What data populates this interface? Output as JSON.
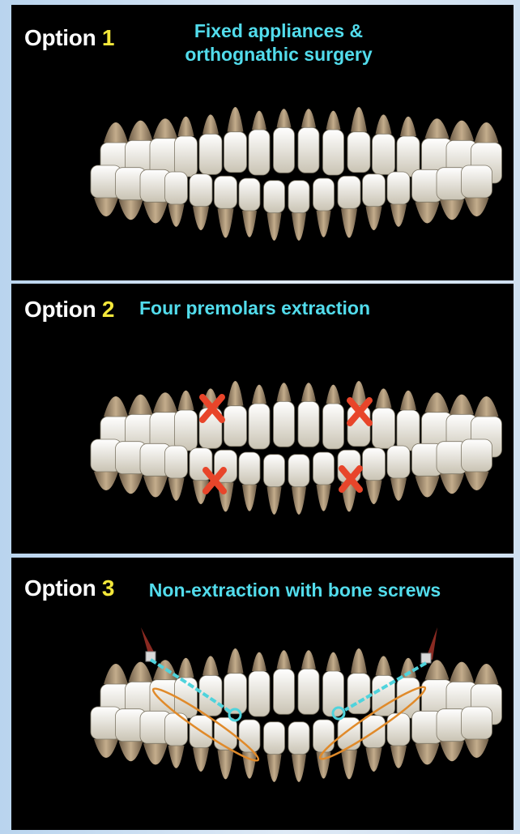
{
  "options": [
    {
      "prefix": "Option",
      "number": "1",
      "description": "Fixed appliances & orthognathic surgery"
    },
    {
      "prefix": "Option",
      "number": "2",
      "description": "Four premolars extraction"
    },
    {
      "prefix": "Option",
      "number": "3",
      "description": "Non-extraction with bone screws"
    }
  ],
  "colors": {
    "background": "#000000",
    "option_number": "#f3e73a",
    "description": "#52dcec",
    "extraction_mark": "#e8452a",
    "chain": "#4fd3dc",
    "elastic": "#e08a2a"
  }
}
